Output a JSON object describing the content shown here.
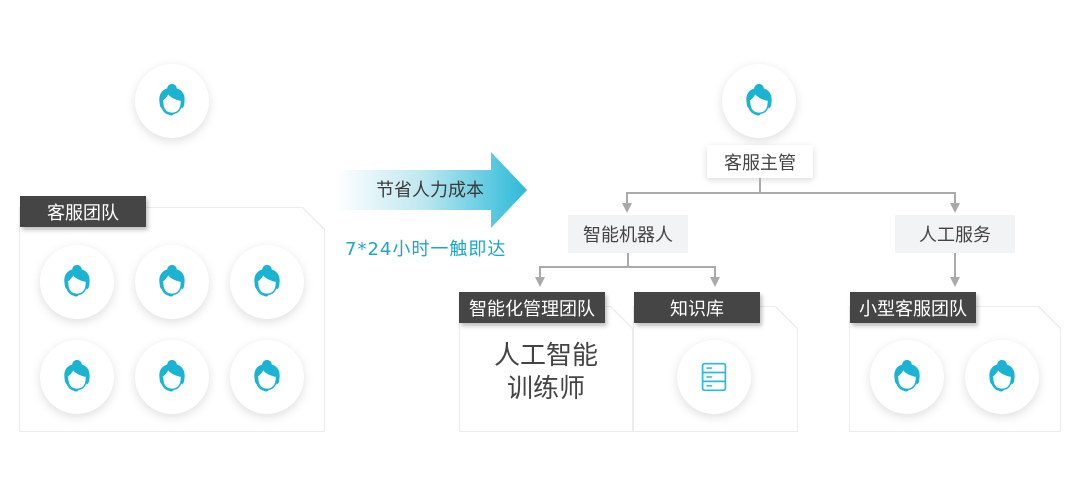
{
  "colors": {
    "accent": "#1ab3d1",
    "tag_bg": "#454545",
    "node_bg": "#f2f3f4",
    "connector": "#aaaaaa",
    "tagline": "#1aa7c8"
  },
  "left": {
    "supervisor_icon": "customer-service-agent-icon",
    "team_tag": "客服团队",
    "team_member_count": 6
  },
  "transition": {
    "arrow_label": "节省人力成本",
    "tagline": "7*24小时一触即达"
  },
  "right": {
    "supervisor_icon": "customer-service-agent-icon",
    "supervisor_label": "客服主管",
    "branches": {
      "robot": {
        "label": "智能机器人",
        "children": {
          "team": {
            "tag": "智能化管理团队",
            "content_line1": "人工智能",
            "content_line2": "训练师"
          },
          "knowledge": {
            "tag": "知识库",
            "icon": "database-icon"
          }
        }
      },
      "human": {
        "label": "人工服务",
        "children": {
          "team": {
            "tag": "小型客服团队",
            "member_count": 2
          }
        }
      }
    }
  }
}
